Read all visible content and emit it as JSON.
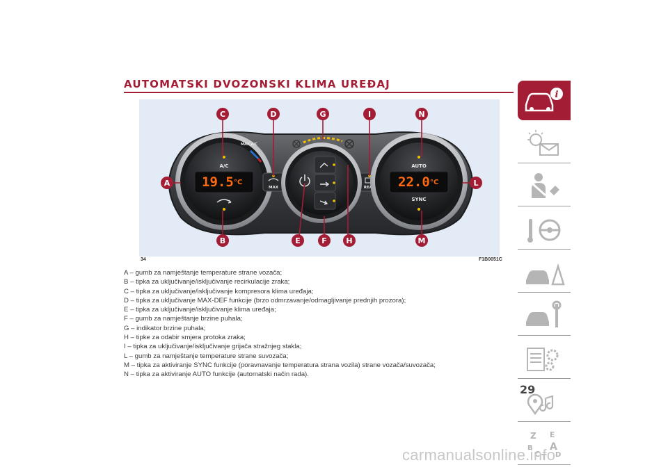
{
  "heading": "AUTOMATSKI DVOZONSKI KLIMA UREĐAJ",
  "figure": {
    "page_label": "34",
    "code": "F1B0051C",
    "callouts": [
      "C",
      "D",
      "G",
      "I",
      "N",
      "A",
      "L",
      "B",
      "E",
      "F",
      "H",
      "M"
    ],
    "displays": {
      "left_temp": "19.5",
      "right_temp": "22.0",
      "unit": "°C"
    },
    "buttons": {
      "ac": "A/C",
      "max": "MAX",
      "rear": "REAR",
      "auto": "AUTO",
      "sync": "SYNC",
      "max_ac": "MAX A/C"
    }
  },
  "legend": [
    "A – gumb za namještanje temperature strane vozača;",
    "B – tipka za uključivanje/isključivanje recirkulacije zraka;",
    "C – tipka za uključivanje/isključivanje kompresora klima uređaja;",
    "D – tipka za uključivanje MAX-DEF funkcije (brzo odmrzavanje/odmagljivanje prednjih prozora);",
    "E – tipka za uključivanje/isključivanje klima uređaja;",
    "F – gumb za namještanje brzine puhala;",
    "G – indikator brzine puhala;",
    "H – tipke za odabir smjera protoka zraka;",
    "I – tipka za uključivanje/isključivanje grijača stražnjeg stakla;",
    "L – gumb za namještanje temperature strane suvozača;",
    "M – tipka za aktiviranje SYNC funkcije (poravnavanje temperatura strana vozila) strane vozača/suvozača;",
    "N – tipka za aktiviranje AUTO funkcije (automatski način rada)."
  ],
  "page_number": "29",
  "watermark": "carmanualsonline.info",
  "sidebar_icons": [
    "car-info-icon",
    "warning-light-icon",
    "safety-icon",
    "steering-icon",
    "breakdown-icon",
    "maintenance-icon",
    "specs-icon",
    "multimedia-icon",
    "index-icon"
  ],
  "colors": {
    "accent": "#a31d35",
    "display": "#ff6a10",
    "indicator": "#f2c200"
  }
}
